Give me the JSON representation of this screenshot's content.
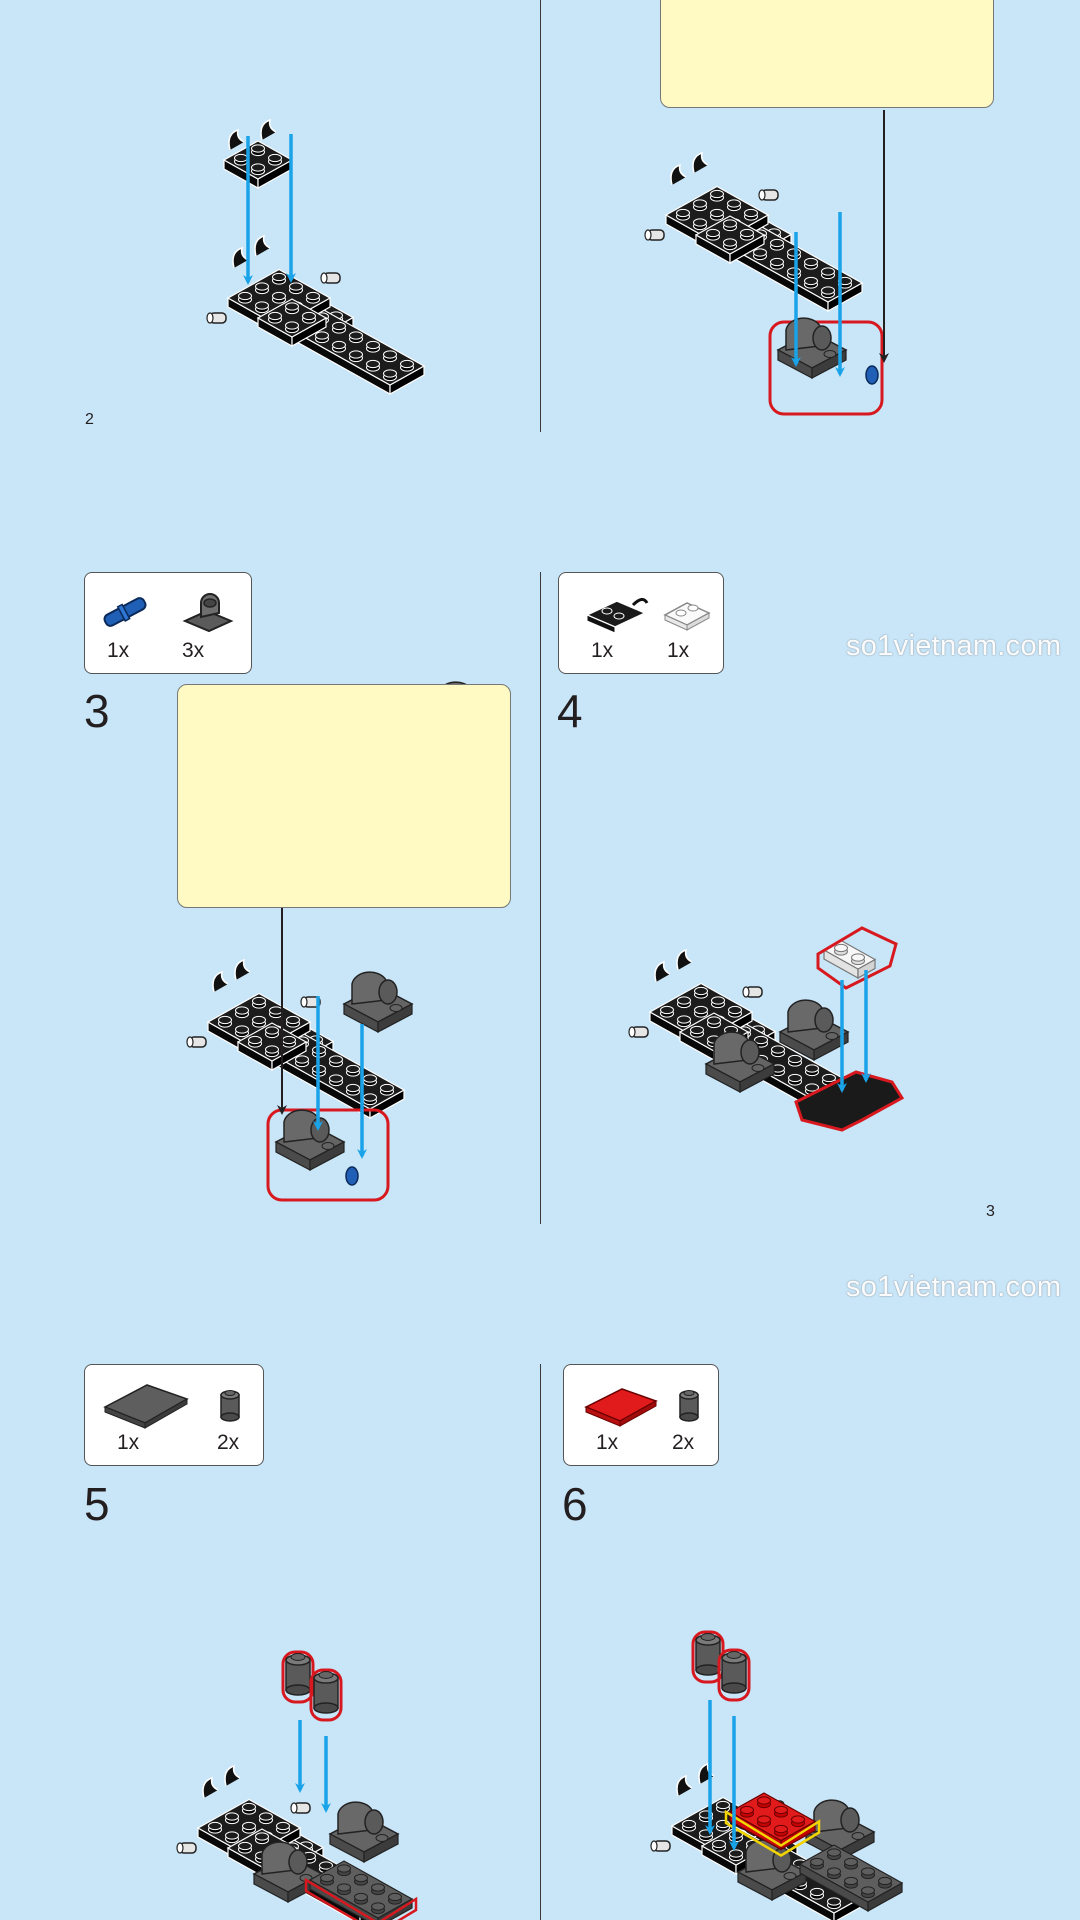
{
  "page_numbers": {
    "left": "2",
    "right": "3"
  },
  "watermark": "so1vietnam.com",
  "steps": [
    {
      "number": "3",
      "parts": [
        {
          "qty": "1x",
          "part": "blue-axle-pin"
        },
        {
          "qty": "3x",
          "part": "dark-gray-hinge-brick"
        }
      ]
    },
    {
      "number": "4",
      "parts": [
        {
          "qty": "1x",
          "part": "black-bracket-piece"
        },
        {
          "qty": "1x",
          "part": "white-plate-1x2"
        }
      ]
    },
    {
      "number": "5",
      "parts": [
        {
          "qty": "1x",
          "part": "dark-gray-plate-2x4"
        },
        {
          "qty": "2x",
          "part": "dark-gray-round-brick"
        }
      ]
    },
    {
      "number": "6",
      "parts": [
        {
          "qty": "1x",
          "part": "red-plate-2x3"
        },
        {
          "qty": "2x",
          "part": "dark-gray-round-brick"
        }
      ]
    }
  ],
  "colors": {
    "background": "#c9e6f8",
    "arrow": "#1aa3e8",
    "highlight": "#d7191f",
    "callout": "#fff9c4",
    "yellow_outline": "#f2d400"
  }
}
